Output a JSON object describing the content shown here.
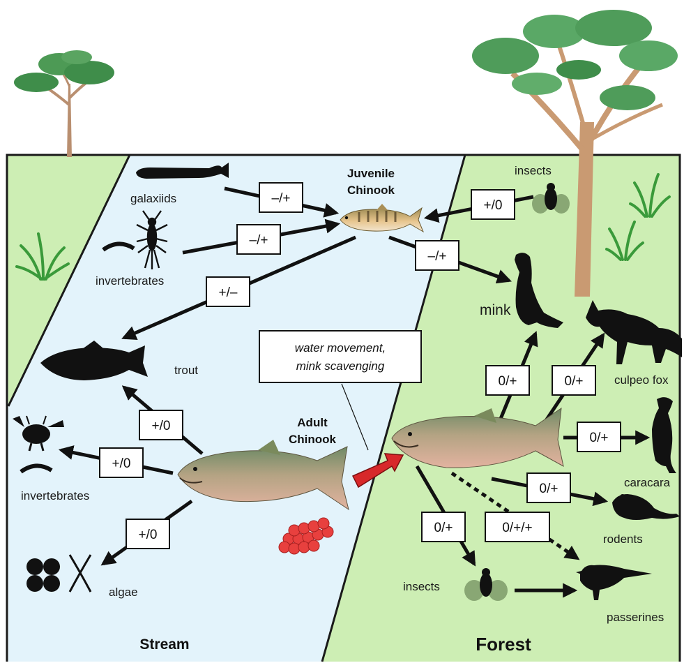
{
  "regions": {
    "stream": "Stream",
    "forest": "Forest"
  },
  "nodes": {
    "juvenile_chinook": [
      "Juvenile",
      "Chinook"
    ],
    "adult_chinook": [
      "Adult",
      "Chinook"
    ],
    "galaxiids": "galaxiids",
    "invertebrates_top": "invertebrates",
    "insects_top": "insects",
    "mink": "mink",
    "trout": "trout",
    "culpeo_fox": "culpeo fox",
    "invertebrates_bottom": "invertebrates",
    "caracara": "caracara",
    "rodents": "rodents",
    "algae": "algae",
    "insects_bottom": "insects",
    "passerines": "passerines"
  },
  "note": [
    "water movement,",
    "mink scavenging"
  ],
  "interactions": {
    "galaxiids_juvenile": "–/+",
    "invertebrates_juvenile": "–/+",
    "insects_juvenile": "+/0",
    "juvenile_mink": "–/+",
    "juvenile_trout": "+/–",
    "adult_trout": "+/0",
    "adult_invertebrates": "+/0",
    "adult_algae": "+/0",
    "salmon_mink": "0/+",
    "salmon_fox": "0/+",
    "salmon_caracara": "0/+",
    "salmon_rodents": "0/+",
    "salmon_insects": "0/+",
    "salmon_passerines": "0/+/+"
  },
  "colors": {
    "stream": "#e3f3fb",
    "forest": "#cdeeb4",
    "transfer_arrow": "#d7282a",
    "roe": "#e8403e"
  }
}
